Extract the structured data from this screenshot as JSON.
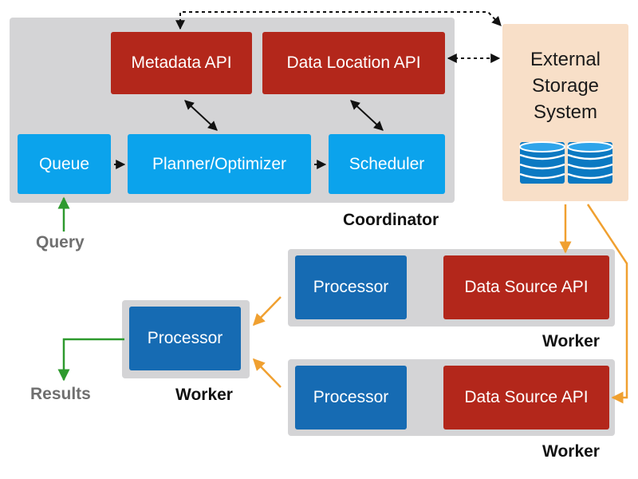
{
  "coordinator": {
    "caption": "Coordinator",
    "metadata_api": "Metadata API",
    "data_location_api": "Data Location API",
    "queue": "Queue",
    "planner": "Planner/Optimizer",
    "scheduler": "Scheduler"
  },
  "storage": {
    "line1": "External",
    "line2": "Storage",
    "line3": "System",
    "icon": "database-icon"
  },
  "query_label": "Query",
  "results_label": "Results",
  "workers": [
    {
      "caption": "Worker",
      "processor": "Processor",
      "data_source_api": "Data Source API"
    },
    {
      "caption": "Worker",
      "processor": "Processor",
      "data_source_api": "Data Source API"
    }
  ],
  "aggregator": {
    "caption": "Worker",
    "processor": "Processor"
  },
  "colors": {
    "api_red": "#b3271b",
    "coordinator_cyan": "#0ba3ec",
    "processor_blue": "#166bb3",
    "panel_gray": "#d4d4d6",
    "storage_peach": "#f8dfc8",
    "arrow_orange": "#f0a030",
    "arrow_green": "#2e9a2e"
  }
}
